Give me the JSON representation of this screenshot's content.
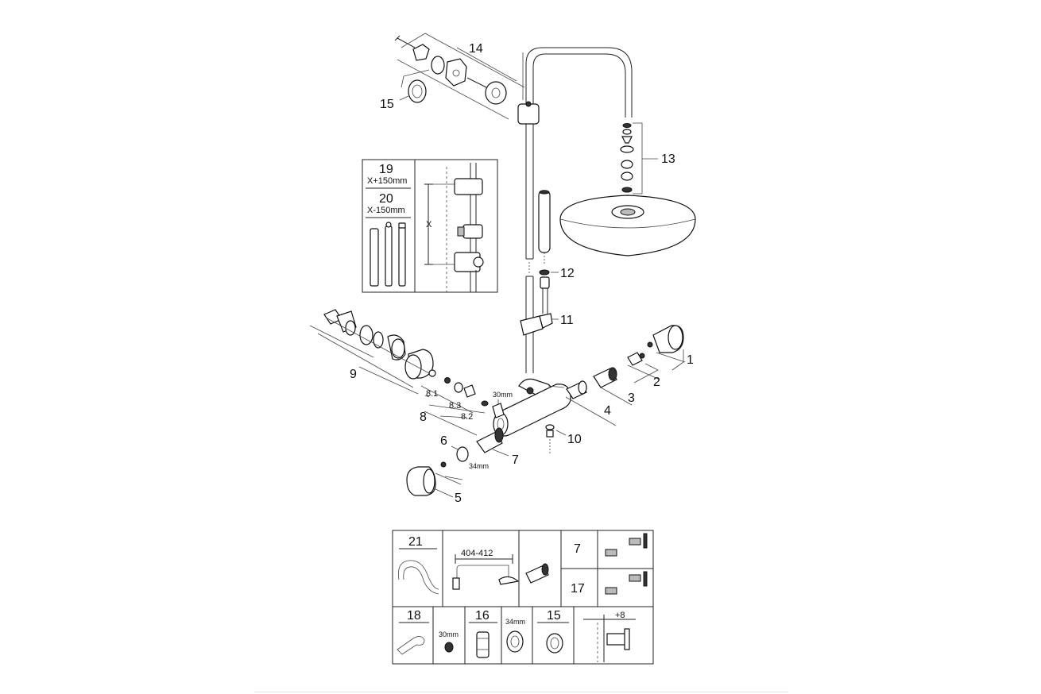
{
  "diagram": {
    "callouts": {
      "c1": "1",
      "c2": "2",
      "c3": "3",
      "c4": "4",
      "c5": "5",
      "c6": "6",
      "c7": "7",
      "c8": "8",
      "c8_1": "8.1",
      "c8_2": "8.2",
      "c8_3": "8.3",
      "c9": "9",
      "c10": "10",
      "c11": "11",
      "c12": "12",
      "c13": "13",
      "c14": "14",
      "c15": "15"
    },
    "dimensions": {
      "d30mm": "30mm",
      "d34mm": "34mm"
    },
    "inset_extension": {
      "label19": "19",
      "sub19": "X+150mm",
      "label20": "20",
      "sub20": "X-150mm",
      "x_label": "X"
    },
    "accessories": {
      "a21": "21",
      "span": "404-412",
      "a7": "7",
      "a17": "17",
      "a18": "18",
      "a18_size": "30mm",
      "a16": "16",
      "a16_size": "34mm",
      "a15": "15",
      "offset": "+8"
    }
  }
}
